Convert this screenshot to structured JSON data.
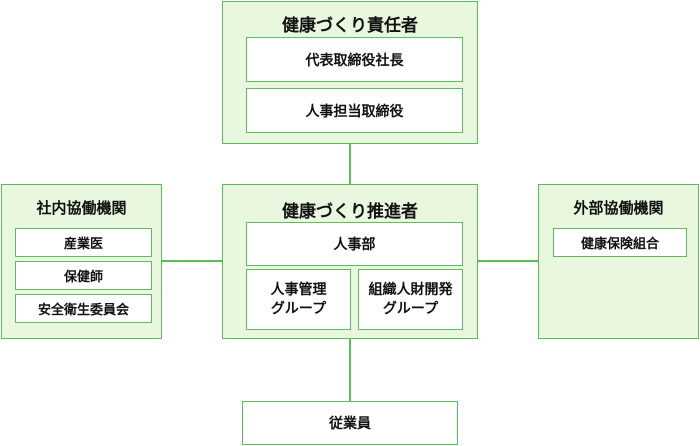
{
  "top": {
    "title": "健康づくり責任者",
    "items": [
      "代表取締役社長",
      "人事担当取締役"
    ]
  },
  "center": {
    "title": "健康づくり推進者",
    "main": "人事部",
    "sub_left": [
      "人事管理",
      "グループ"
    ],
    "sub_right": [
      "組織人財開発",
      "グループ"
    ]
  },
  "left": {
    "title": "社内協働機関",
    "items": [
      "産業医",
      "保健師",
      "安全衛生委員会"
    ]
  },
  "right": {
    "title": "外部協働機関",
    "items": [
      "健康保険組合"
    ]
  },
  "bottom": {
    "label": "従業員"
  }
}
